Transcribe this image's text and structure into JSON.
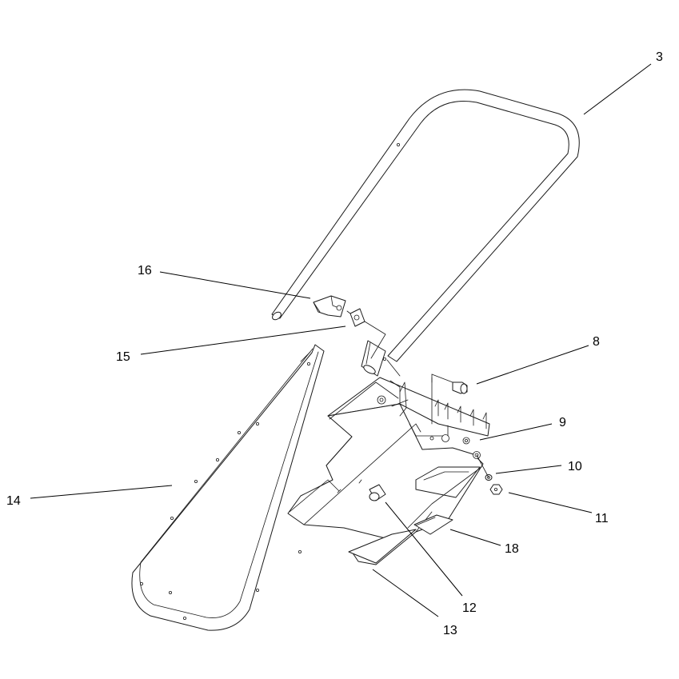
{
  "callouts": {
    "c3": "3",
    "c8": "8",
    "c9": "9",
    "c10": "10",
    "c11": "11",
    "c12": "12",
    "c13": "13",
    "c14": "14",
    "c15": "15",
    "c16": "16",
    "c18": "18"
  }
}
